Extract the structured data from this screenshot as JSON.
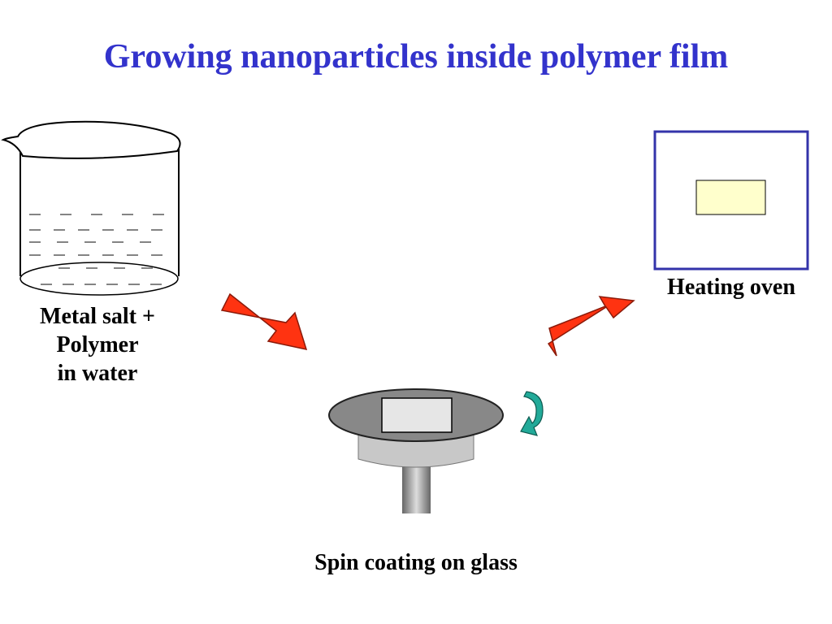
{
  "title": "Growing nanoparticles inside polymer film",
  "labels": {
    "beaker_line1": "Metal salt +",
    "beaker_line2": "Polymer",
    "beaker_line3": "in water",
    "oven": "Heating oven",
    "spin": "Spin coating on glass"
  },
  "colors": {
    "title": "#3333cc",
    "arrow": "#ff3311",
    "oven_border": "#3333aa",
    "sample": "#ffffcc",
    "rotation_arrow": "#22aa99"
  },
  "icons": {
    "beaker": "beaker-icon",
    "oven": "oven-icon",
    "spin_coater": "spin-coater-icon",
    "rotation": "rotation-arrow-icon"
  }
}
